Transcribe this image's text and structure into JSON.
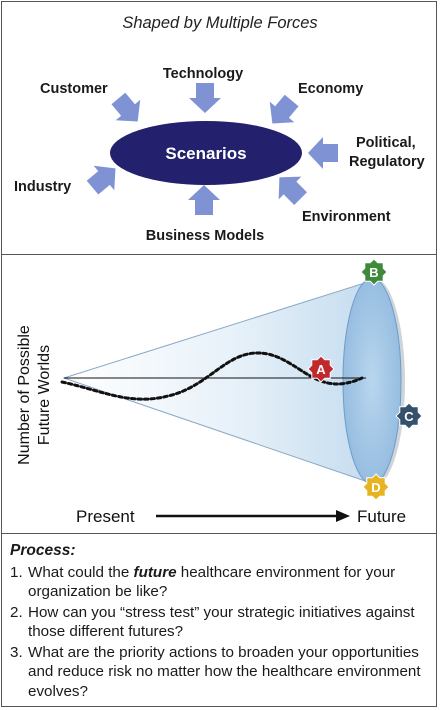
{
  "top": {
    "title": "Shaped by Multiple Forces",
    "center_label": "Scenarios",
    "forces": {
      "customer": "Customer",
      "technology": "Technology",
      "economy": "Economy",
      "political_line1": "Political,",
      "political_line2": "Regulatory",
      "industry": "Industry",
      "environment": "Environment",
      "business_models": "Business Models"
    },
    "colors": {
      "ellipse": "#23206e",
      "arrow": "#7f92d4"
    }
  },
  "cone": {
    "ylabel_line1": "Number of Possible",
    "ylabel_line2": "Future Worlds",
    "present_label": "Present",
    "future_label": "Future",
    "markers": [
      {
        "label": "A",
        "color": "#c0282d",
        "shape": "star"
      },
      {
        "label": "B",
        "color": "#3e8a3a",
        "shape": "star"
      },
      {
        "label": "C",
        "color": "#34506b",
        "shape": "star"
      },
      {
        "label": "D",
        "color": "#e8b321",
        "shape": "star"
      }
    ]
  },
  "process": {
    "title": "Process:",
    "items": [
      {
        "num": "1.",
        "pre": "What could the ",
        "em": "future",
        "post": " healthcare environment for your organization be like?"
      },
      {
        "num": "2.",
        "text": "How can you “stress test” your strategic initiatives against those different futures?"
      },
      {
        "num": "3.",
        "text": "What are the priority actions to broaden your opportunities and reduce risk no matter how the healthcare environment evolves?"
      }
    ]
  }
}
